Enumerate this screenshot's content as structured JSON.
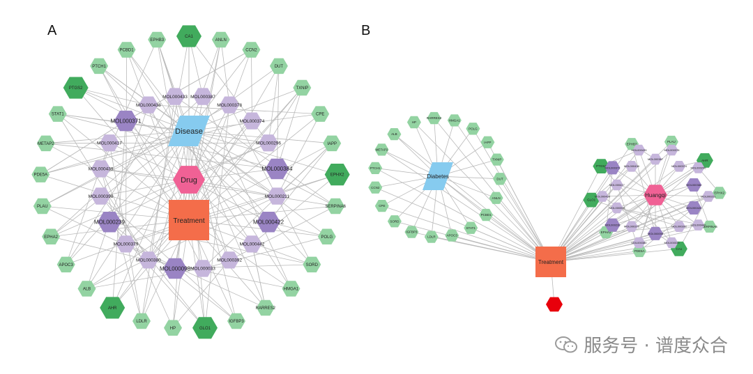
{
  "panel_a": {
    "label": "A",
    "hubs": {
      "disease": "Disease",
      "drug": "Drug",
      "treatment": "Treatment"
    },
    "genes": [
      "CA1",
      "ANLN",
      "CCN2",
      "DUT",
      "TXNIP",
      "CPE",
      "IAPP",
      "EPHX2",
      "SERPINA6",
      "POLG",
      "SORD",
      "HMGA1",
      "RARRES2",
      "IGFBP3",
      "GLO1",
      "HP",
      "LDLR",
      "AHR",
      "ALB",
      "APOC3",
      "EPHA2",
      "PLAU",
      "PDE5A",
      "METAP2",
      "STAT1",
      "PTGS2",
      "PTCH1",
      "PCBD1",
      "EPHB3"
    ],
    "molecules": [
      "MOL000387",
      "MOL000378",
      "MOL000374",
      "MOL000296",
      "MOL000384",
      "MOL000211",
      "MOL000422",
      "MOL000442",
      "MOL000392",
      "MOL000033",
      "MOL000098",
      "MOL000380",
      "MOL000379",
      "MOL000239",
      "MOL000398",
      "MOL000439",
      "MOL000417",
      "MOL000371",
      "MOL000438",
      "MOL000433"
    ]
  },
  "panel_b": {
    "label": "B",
    "hubs": {
      "diabetes": "Diabetes",
      "huangqi": "Huangqi",
      "treatment": "Treatment"
    },
    "left_genes": [
      "HP",
      "RARRES2",
      "HMGA1",
      "POLG",
      "IAPP",
      "TXNIP",
      "DUT",
      "ANLN",
      "PCBD1",
      "STAT1",
      "APOC3",
      "LDLR",
      "IGFBP3",
      "SORD",
      "CPE",
      "CCN2",
      "PTCH1",
      "METAP2",
      "ALB"
    ],
    "right_genes": [
      "EPHB3",
      "PLAU",
      "AHR",
      "EPHX2",
      "SERPINA6",
      "CA1",
      "PDE5A",
      "EPHA2",
      "GLO1",
      "PTGS2"
    ],
    "molecules": [
      "MOL000387",
      "MOL000378",
      "MOL000374",
      "MOL000296",
      "MOL000384",
      "MOL000211",
      "MOL000422",
      "MOL000442",
      "MOL000392",
      "MOL000033",
      "MOL000098",
      "MOL000380",
      "MOL000379",
      "MOL000239",
      "MOL000398",
      "MOL000439",
      "MOL000417",
      "MOL000371",
      "MOL000438",
      "MOL000433"
    ],
    "target_node": ""
  },
  "watermark": "服务号 · 谱度众合",
  "colors": {
    "gene": "#93d3a2",
    "gene_hi": "#41ab5d",
    "mol": "#c6b6dc",
    "mol_hi": "#9a84c4",
    "disease": "#86cbef",
    "drug": "#f06195",
    "treatment": "#f46d4a",
    "target": "#e8000b"
  }
}
